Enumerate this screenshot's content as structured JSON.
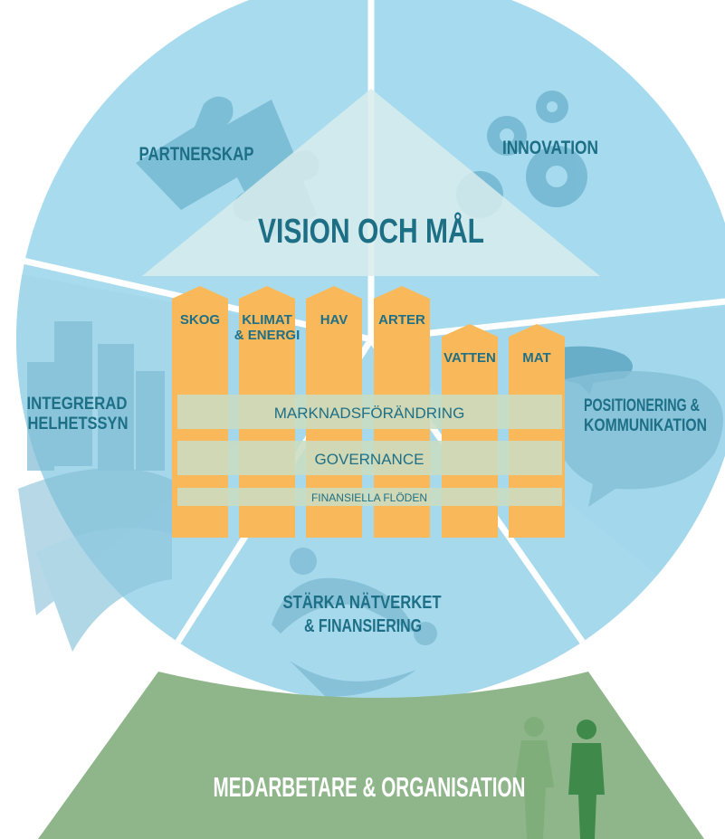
{
  "colors": {
    "segment_light": "#a9dbee",
    "segment_mid": "#9fd6eb",
    "divider": "#ffffff",
    "icon": "#6fb4cf",
    "title_text": "#1d6f86",
    "roof": "#d8ecec",
    "pillar": "#f9b95a",
    "band": "#c9dcc2",
    "bottom_green": "#8fb68a",
    "bottom_text": "#ffffff",
    "person_light": "#7fae7a",
    "person_dark": "#3f8a4a"
  },
  "segments": {
    "partnerskap": "PARTNERSKAP",
    "innovation": "INNOVATION",
    "integrerad": [
      "INTEGRERAD",
      "HELHETSSYN"
    ],
    "positionering": [
      "POSITIONERING &",
      "KOMMUNIKATION"
    ],
    "starka": [
      "STÄRKA NÄTVERKET",
      "& FINANSIERING"
    ]
  },
  "roof": {
    "title": "VISION OCH MÅL"
  },
  "pillars": [
    {
      "lines": [
        "SKOG"
      ]
    },
    {
      "lines": [
        "KLIMAT",
        "& ENERGI"
      ]
    },
    {
      "lines": [
        "HAV"
      ]
    },
    {
      "lines": [
        "ARTER"
      ]
    },
    {
      "lines": [
        "VATTEN"
      ]
    },
    {
      "lines": [
        "MAT"
      ]
    }
  ],
  "bands": {
    "marknad": "MARKNADSFÖRÄNDRING",
    "governance": "GOVERNANCE",
    "finansiella": "FINANSIELLA FLÖDEN"
  },
  "bottom": {
    "label": "MEDARBETARE & ORGANISATION"
  },
  "icons": {
    "partnerskap": "puzzle-icon",
    "innovation": "gears-icon",
    "integrerad": "city-fields-icon",
    "positionering": "speech-bubbles-icon",
    "starka": "people-circle-icon",
    "bottom": "people-icon"
  }
}
